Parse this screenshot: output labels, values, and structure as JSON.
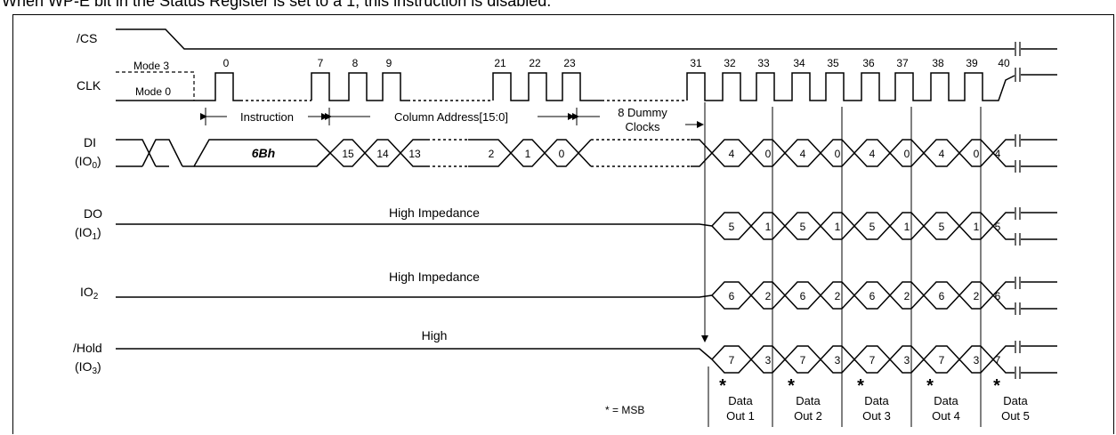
{
  "caption": "When WP-E bit in the Status Register is set to a 1, this instruction is disabled.",
  "signals": {
    "cs": "/CS",
    "clk": "CLK",
    "di": "DI",
    "di_sub": "(IO",
    "di_idx": "0",
    "do": "DO",
    "do_sub": "(IO",
    "do_idx": "1",
    "io2": "IO",
    "io2_idx": "2",
    "hold": "/Hold",
    "hold_sub": "(IO",
    "hold_idx": "3",
    "close_paren": ")"
  },
  "modes": {
    "mode3": "Mode 3",
    "mode0": "Mode 0"
  },
  "clock_numbers": [
    "0",
    "7",
    "8",
    "9",
    "21",
    "22",
    "23",
    "31",
    "32",
    "33",
    "34",
    "35",
    "36",
    "37",
    "38",
    "39",
    "40"
  ],
  "segments": {
    "instruction": "Instruction",
    "column_address": "Column Address[15:0]",
    "dummy_line1": "8 Dummy",
    "dummy_line2": "Clocks"
  },
  "di_values": {
    "opcode": "6Bh",
    "addr": [
      "15",
      "14",
      "13",
      "2",
      "1",
      "0"
    ],
    "out": [
      "4",
      "0",
      "4",
      "0",
      "4",
      "0",
      "4",
      "0",
      "4"
    ]
  },
  "do_values": {
    "state": "High Impedance",
    "out": [
      "5",
      "1",
      "5",
      "1",
      "5",
      "1",
      "5",
      "1",
      "5"
    ]
  },
  "io2_values": {
    "state": "High Impedance",
    "out": [
      "6",
      "2",
      "6",
      "2",
      "6",
      "2",
      "6",
      "2",
      "6"
    ]
  },
  "hold_values": {
    "state": "High",
    "out": [
      "7",
      "3",
      "7",
      "3",
      "7",
      "3",
      "7",
      "3",
      "7"
    ]
  },
  "msb_marker": "*",
  "msb_legend": "* = MSB",
  "data_out_label": "Data",
  "data_out_items": [
    "Out 1",
    "Out 2",
    "Out 3",
    "Out 4",
    "Out 5"
  ]
}
